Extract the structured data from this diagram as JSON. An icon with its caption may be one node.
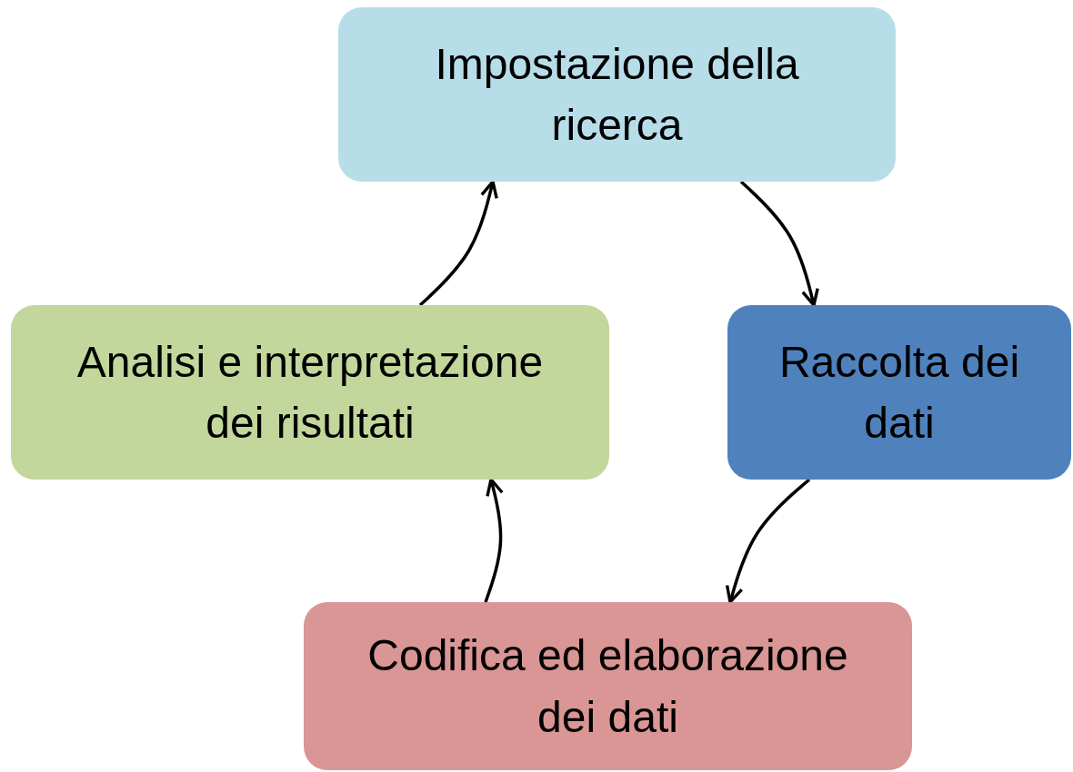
{
  "diagram": {
    "nodes": [
      {
        "text": [
          "Impostazione della ricerca"
        ]
      },
      {
        "text": [
          "Raccolta dei dati"
        ]
      },
      {
        "text": [
          "Codifica ed elaborazione dei dati"
        ]
      },
      {
        "text": [
          "Analisi e interpretazione dei risultati"
        ]
      }
    ],
    "edges": [
      {
        "from": 0,
        "to": 1,
        "arrow": "to"
      },
      {
        "from": 1,
        "to": 2,
        "arrow": "to"
      },
      {
        "from": 2,
        "to": 3,
        "arrow": "to"
      },
      {
        "from": 3,
        "to": 0,
        "arrow": "to"
      }
    ]
  }
}
